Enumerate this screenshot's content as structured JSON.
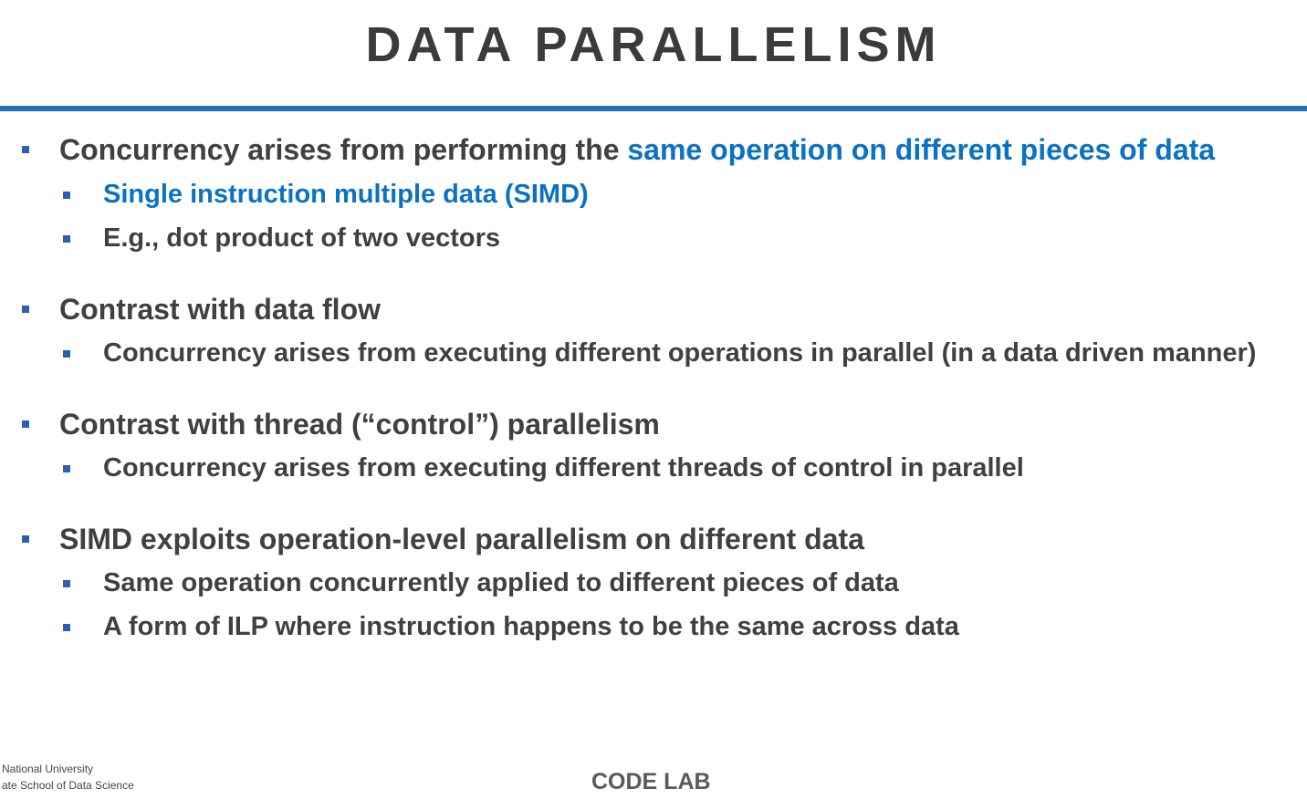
{
  "title": "DATA PARALLELISM",
  "bullets": {
    "b1": {
      "text_pre": "Concurrency arises from performing the ",
      "text_hl": "same operation on different pieces of data"
    },
    "b1_1": "Single instruction multiple data (SIMD)",
    "b1_2": "E.g., dot product of two vectors",
    "b2": "Contrast with data flow",
    "b2_1": "Concurrency arises from executing different operations in parallel (in a data driven manner)",
    "b3": "Contrast with thread (“control”) parallelism",
    "b3_1": "Concurrency arises from executing different threads of control in parallel",
    "b4": "SIMD exploits operation-level parallelism on different data",
    "b4_1": "Same operation concurrently applied to different pieces of data",
    "b4_2": "A form of ILP where instruction happens to be the same across data"
  },
  "footer": {
    "logo_line1": "National University",
    "logo_line2": "ate School of Data Science",
    "center": "CODE LAB"
  },
  "colors": {
    "accent": "#1f6fb5",
    "highlight": "#0a72c4",
    "text": "#404040"
  }
}
